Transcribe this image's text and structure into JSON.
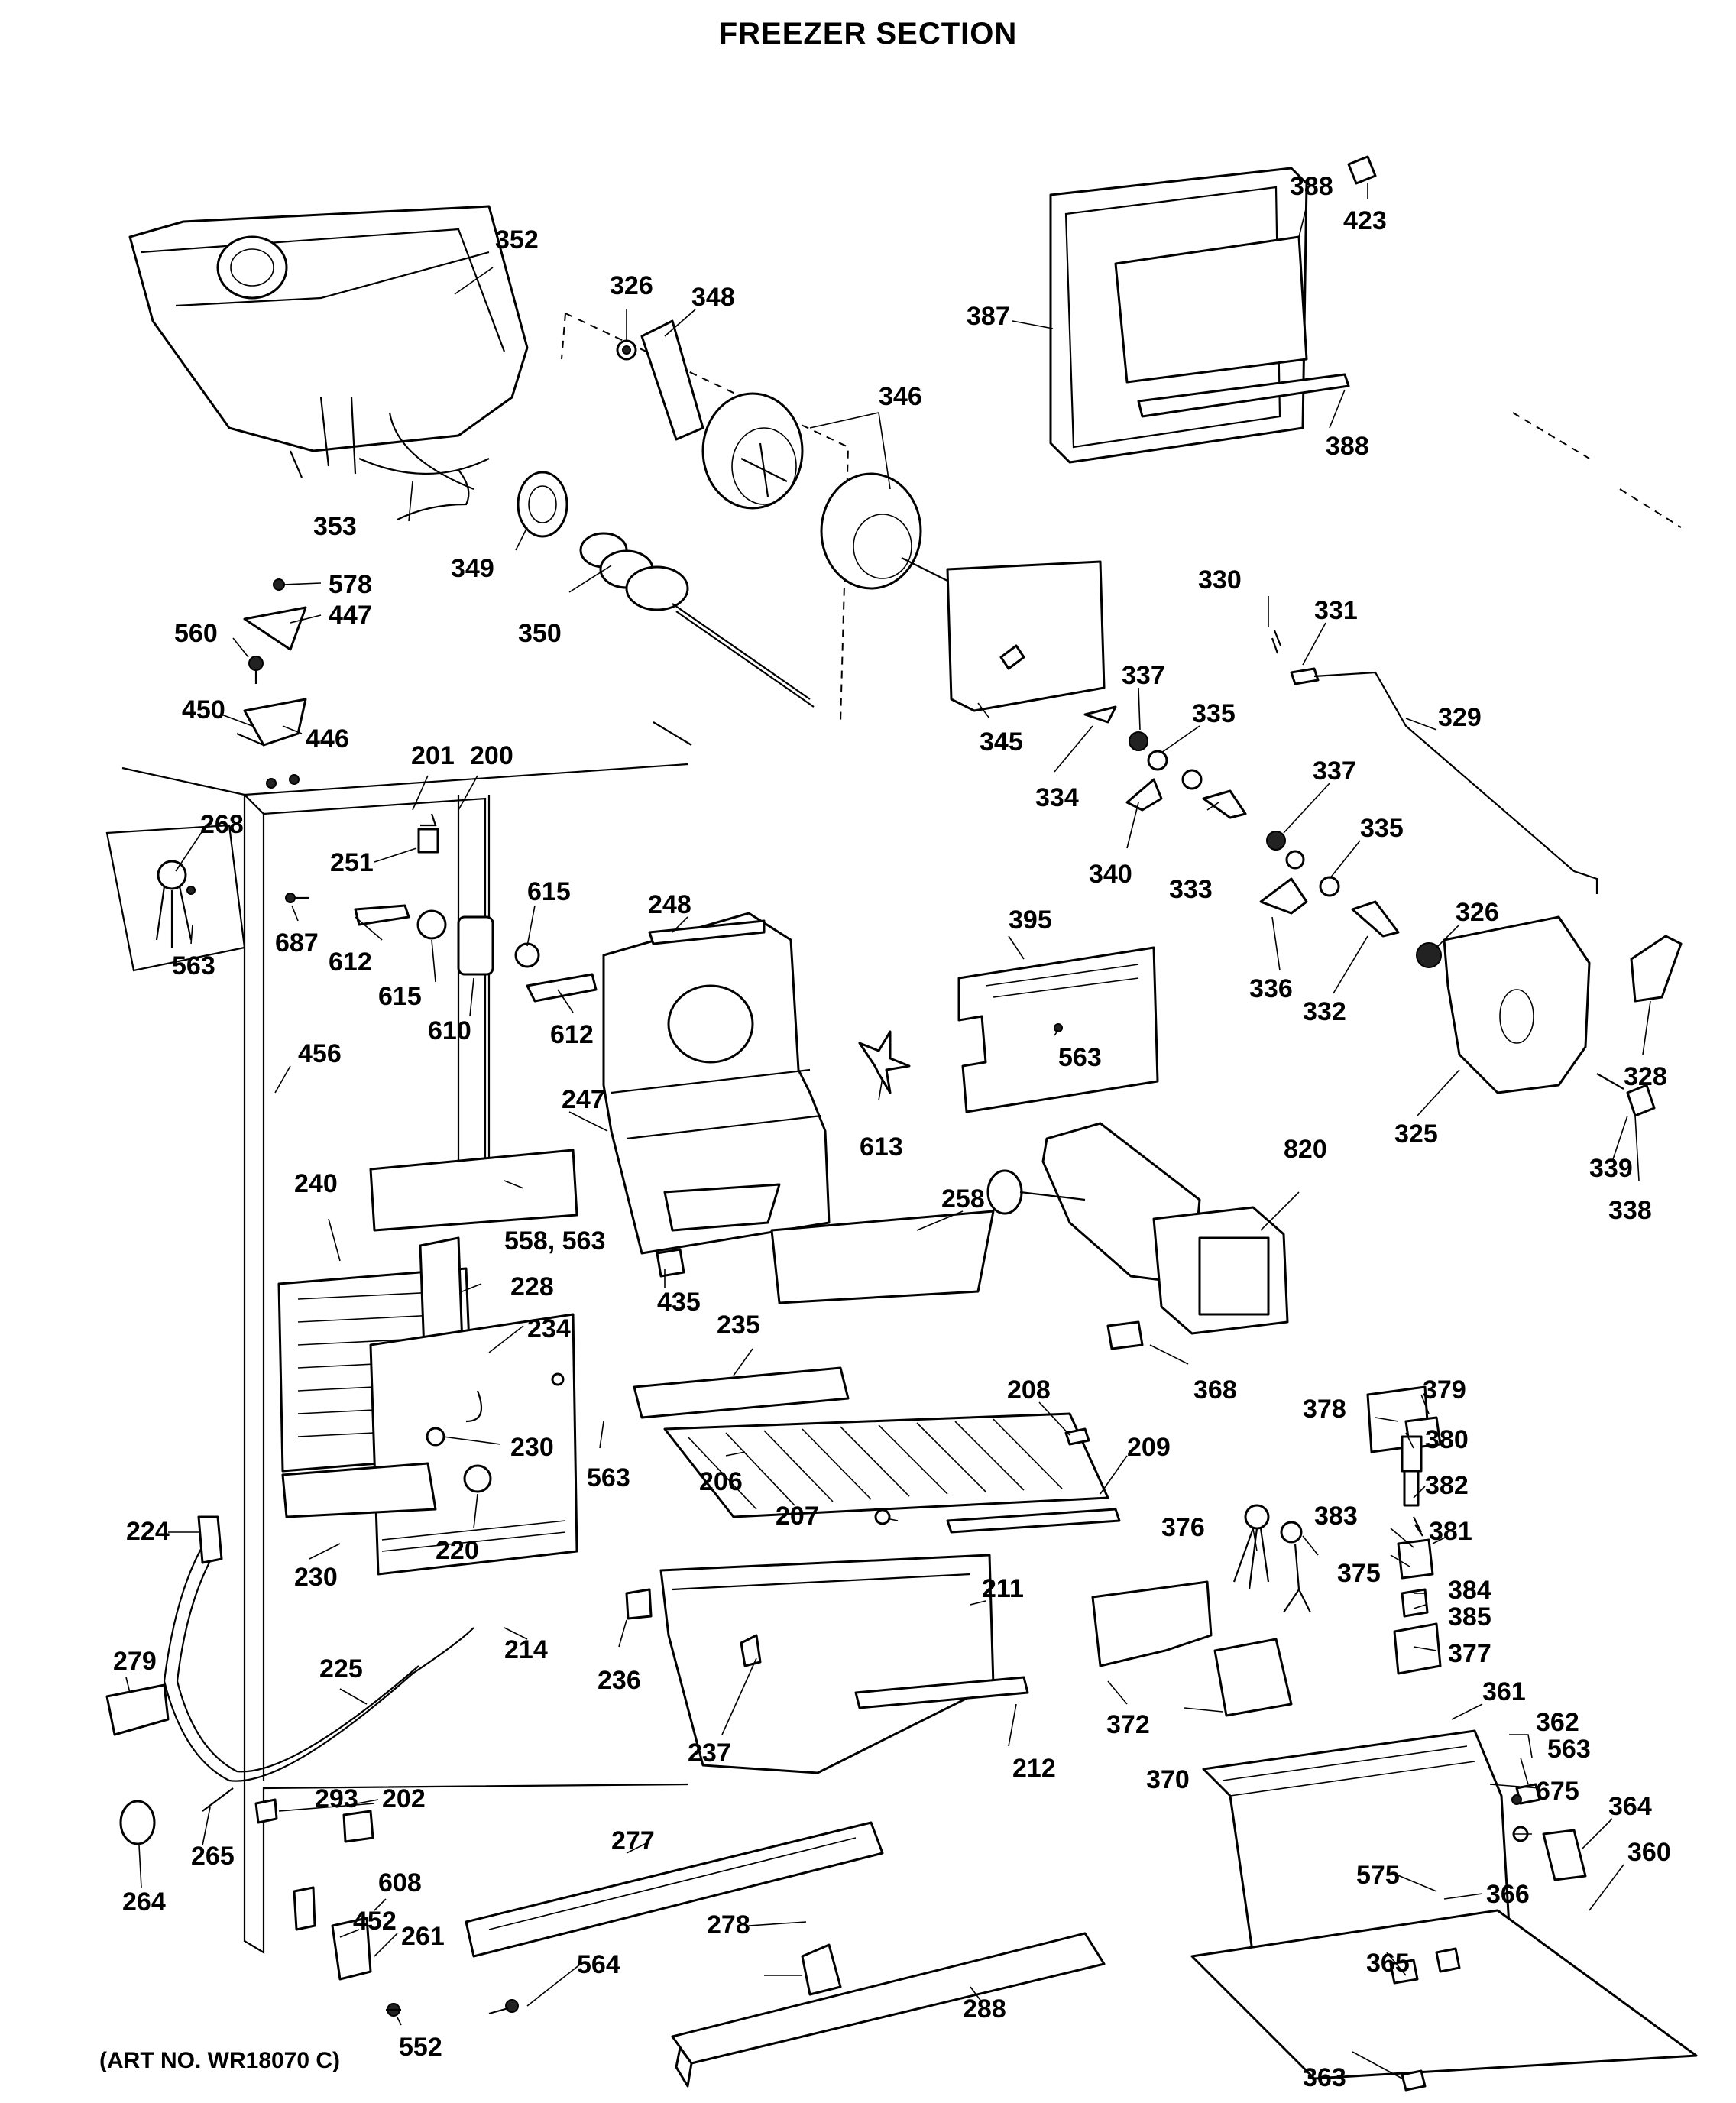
{
  "header": {
    "title": "FREEZER SECTION"
  },
  "footer": {
    "art_number": "(ART NO. WR18070 C)"
  },
  "colors": {
    "ink": "#000000",
    "paper": "#ffffff"
  },
  "callouts": {
    "c352": "352",
    "c326a": "326",
    "c348": "348",
    "c346": "346",
    "c387": "387",
    "c388a": "388",
    "c423": "423",
    "c388b": "388",
    "c353": "353",
    "c349": "349",
    "c350": "350",
    "c578": "578",
    "c447": "447",
    "c560": "560",
    "c450": "450",
    "c446": "446",
    "c330": "330",
    "c331": "331",
    "c329": "329",
    "c345": "345",
    "c337a": "337",
    "c335a": "335",
    "c334": "334",
    "c340": "340",
    "c333": "333",
    "c337b": "337",
    "c335b": "335",
    "c336": "336",
    "c332": "332",
    "c326b": "326",
    "c325": "325",
    "c328": "328",
    "c339": "339",
    "c338": "338",
    "c201": "201",
    "c200": "200",
    "c268": "268",
    "c563a": "563",
    "c251": "251",
    "c687": "687",
    "c612a": "612",
    "c615a": "615",
    "c615b": "615",
    "c610": "610",
    "c612b": "612",
    "c248": "248",
    "c395": "395",
    "c563b": "563",
    "c456": "456",
    "c247": "247",
    "c613": "613",
    "c240": "240",
    "c558": "558, 563",
    "c228": "228",
    "c234": "234",
    "c258": "258",
    "c820": "820",
    "c435": "435",
    "c235": "235",
    "c368": "368",
    "c208": "208",
    "c379": "379",
    "c378": "378",
    "c380": "380",
    "c230a": "230",
    "c563c": "563",
    "c206": "206",
    "c209": "209",
    "c382": "382",
    "c383": "383",
    "c381": "381",
    "c224": "224",
    "c230b": "230",
    "c220": "220",
    "c207": "207",
    "c376": "376",
    "c375": "375",
    "c384": "384",
    "c385": "385",
    "c214": "214",
    "c211": "211",
    "c377": "377",
    "c279": "279",
    "c225": "225",
    "c236": "236",
    "c372": "372",
    "c361": "361",
    "c362": "362",
    "c563d": "563",
    "c237": "237",
    "c212": "212",
    "c370": "370",
    "c675": "675",
    "c293": "293",
    "c202": "202",
    "c364": "364",
    "c265": "265",
    "c264": "264",
    "c608": "608",
    "c277": "277",
    "c360": "360",
    "c575": "575",
    "c366": "366",
    "c452": "452",
    "c261": "261",
    "c278": "278",
    "c365": "365",
    "c564": "564",
    "c552": "552",
    "c288": "288",
    "c363": "363"
  }
}
